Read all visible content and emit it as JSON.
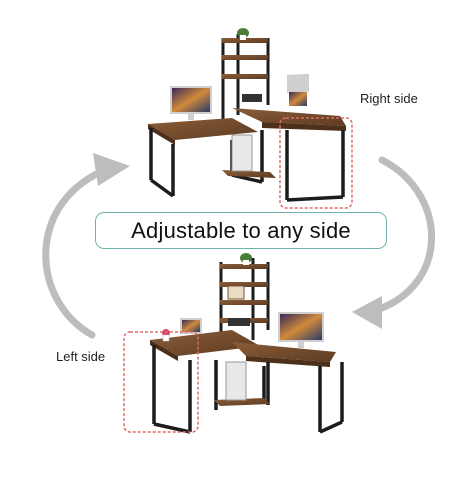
{
  "banner": {
    "text": "Adjustable to any side"
  },
  "labels": {
    "right_side": "Right side",
    "left_side": "Left side"
  },
  "colors": {
    "arrow": "#bdbdbd",
    "highlight_box": "#e06b6b",
    "banner_border": "#6fb3ae",
    "wood": "#7a5232",
    "metal": "#1c1c1c"
  }
}
